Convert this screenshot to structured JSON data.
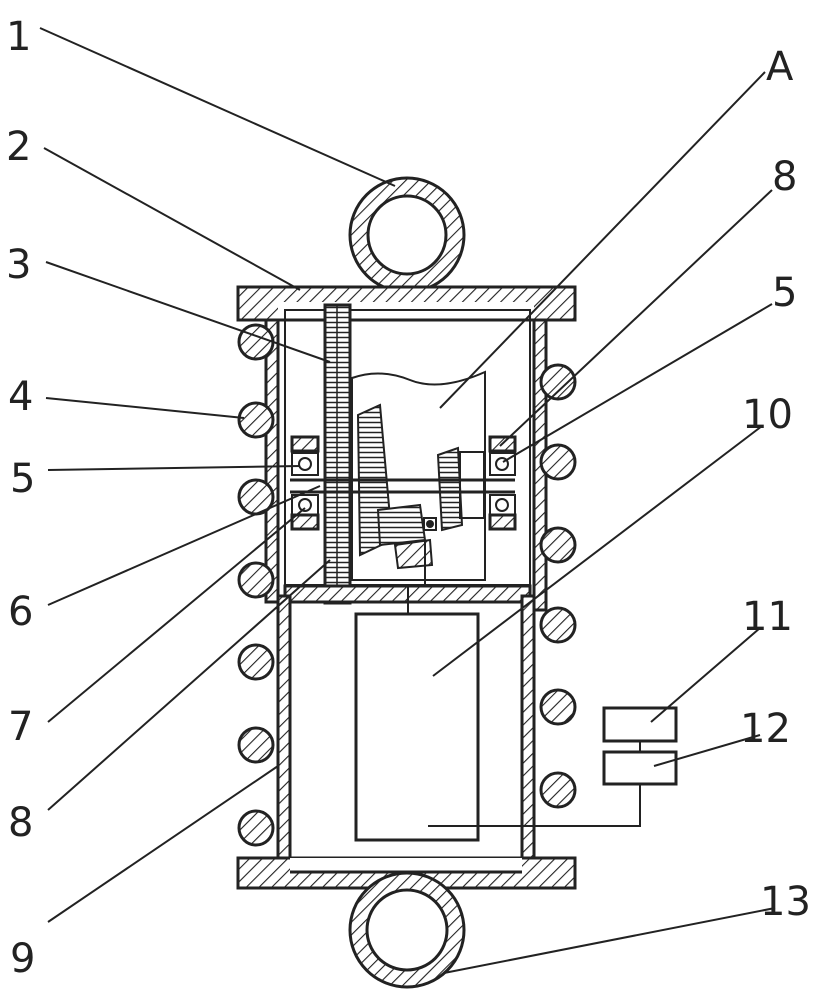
{
  "labels": {
    "l1": "1",
    "l2": "2",
    "l3": "3",
    "l4": "4",
    "l5a": "5",
    "l6": "6",
    "l7": "7",
    "l8a": "8",
    "l9": "9",
    "lA": "A",
    "l8b": "8",
    "l5b": "5",
    "l10": "10",
    "l11": "11",
    "l12": "12",
    "l13": "13"
  },
  "colors": {
    "line": "#222222",
    "background": "#ffffff"
  }
}
